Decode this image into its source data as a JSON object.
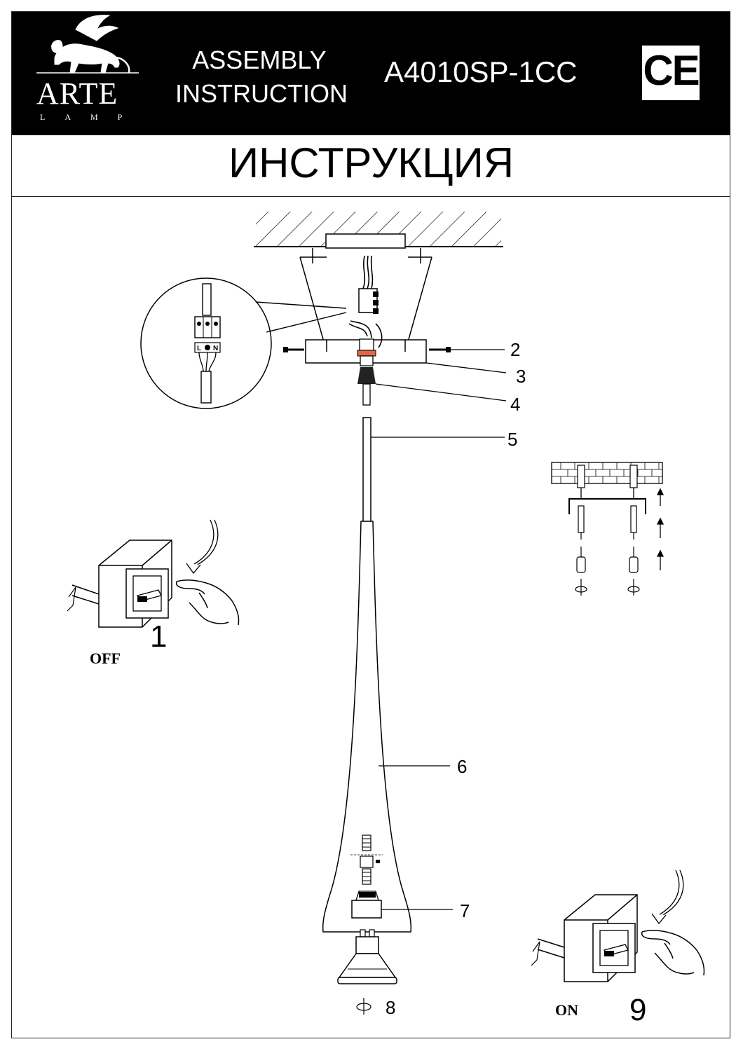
{
  "header": {
    "brand": "ARTE",
    "brand_sub": "LAMP",
    "doc_title_line1": "ASSEMBLY",
    "doc_title_line2": "INSTRUCTION",
    "model": "A4010SP-1CC",
    "ce_mark": "CE"
  },
  "title": "ИНСТРУКЦИЯ",
  "connector_labels": [
    "L",
    "N"
  ],
  "parts": [
    "2",
    "3",
    "4",
    "5",
    "6",
    "7",
    "8"
  ],
  "steps": {
    "step1": {
      "number": "1",
      "caption": "OFF"
    },
    "step9": {
      "number": "9",
      "caption": "ON"
    }
  },
  "icons": [
    "lion-logo-icon",
    "ce-mark-icon",
    "wall-switch-icon",
    "hand-icon",
    "rotate-icon",
    "up-arrow-icon",
    "brick-ceiling-icon",
    "gu10-bulb-icon"
  ]
}
